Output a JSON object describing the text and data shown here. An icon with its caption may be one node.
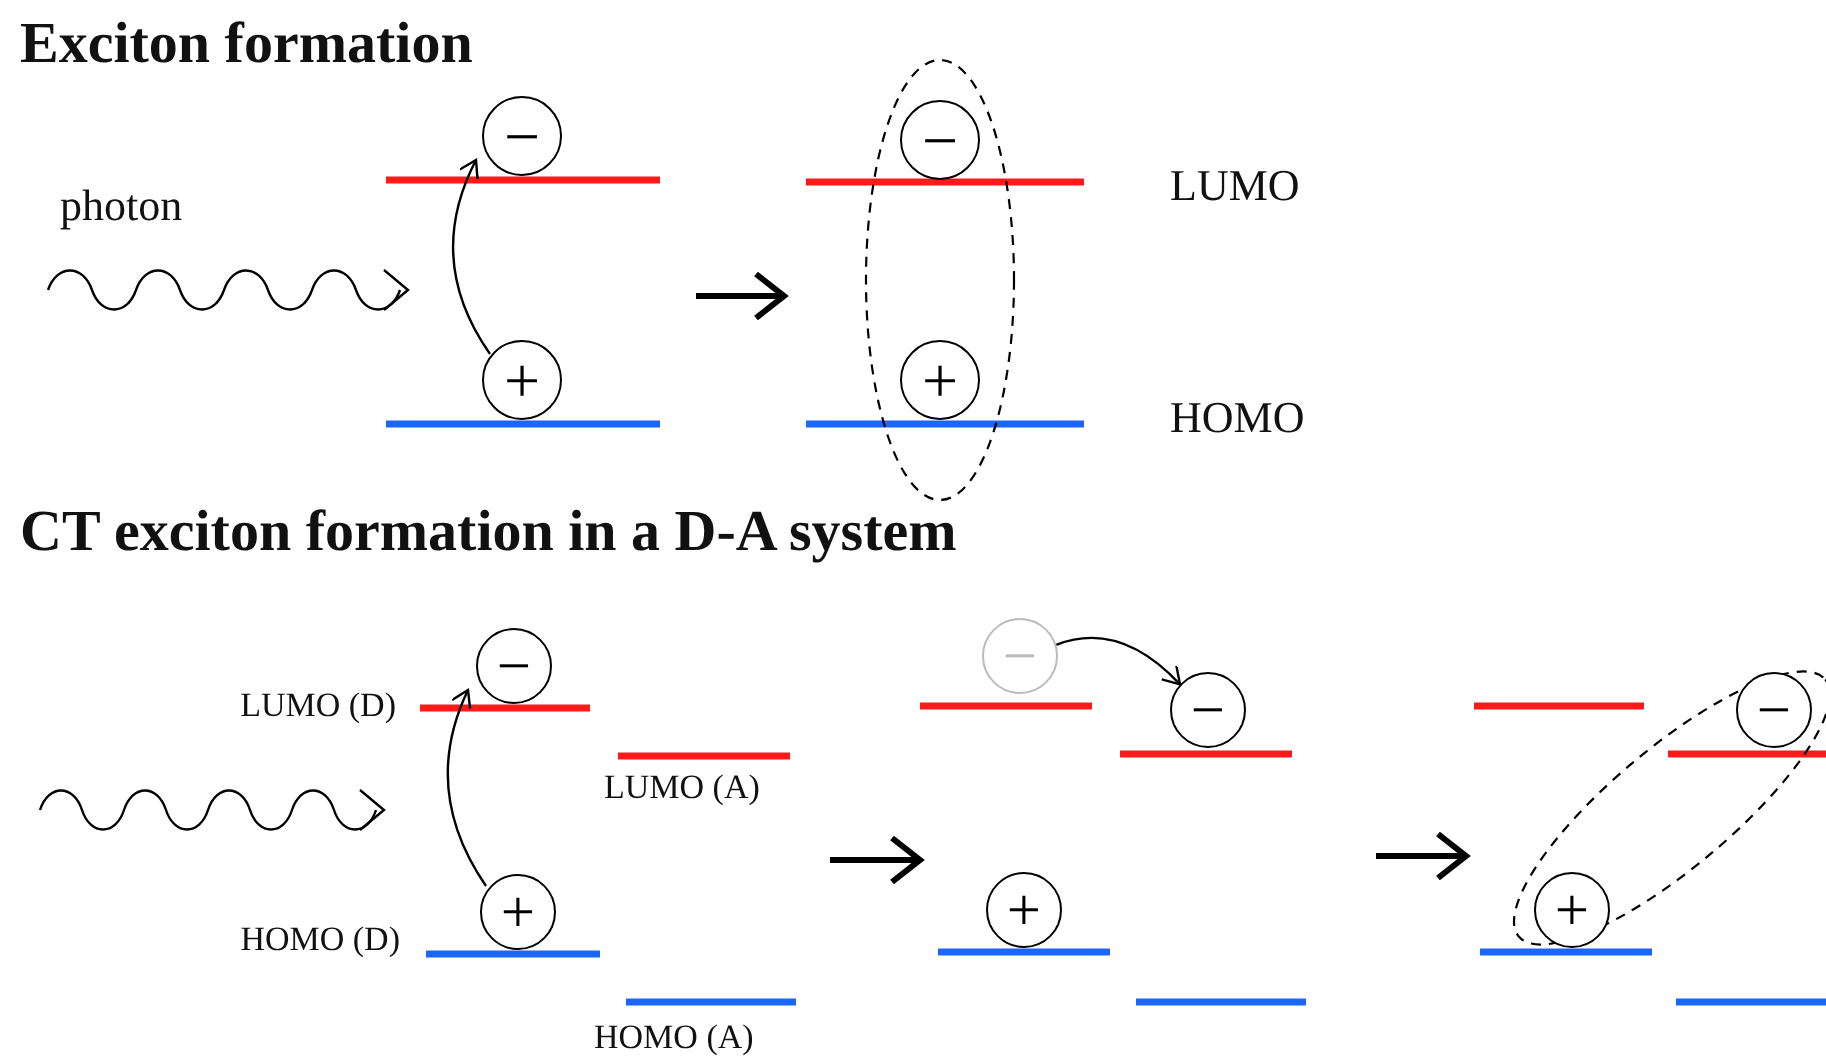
{
  "diagram": {
    "nodes": [
      {
        "text": [
          "−"
        ]
      },
      {
        "text": [
          "+"
        ]
      },
      {
        "text": [
          "−"
        ]
      },
      {
        "text": [
          "+"
        ]
      },
      {
        "text": [
          "−"
        ]
      },
      {
        "text": [
          "+"
        ]
      },
      {
        "text": [
          "−"
        ]
      },
      {
        "text": [
          "−"
        ]
      },
      {
        "text": [
          "+"
        ]
      },
      {
        "text": [
          "−"
        ]
      },
      {
        "text": [
          "+"
        ]
      }
    ],
    "edges": [
      {
        "from": 1,
        "to": 0,
        "arrow": "to"
      },
      {
        "from": 5,
        "to": 4,
        "arrow": "to"
      },
      {
        "from": 6,
        "to": 7,
        "arrow": "to"
      }
    ],
    "labels": [
      "Exciton formation",
      "photon",
      "LUMO",
      "HOMO",
      "CT exciton formation in a D-A system",
      "LUMO (D)",
      "LUMO (A)",
      "HOMO (D)",
      "HOMO (A)"
    ]
  }
}
